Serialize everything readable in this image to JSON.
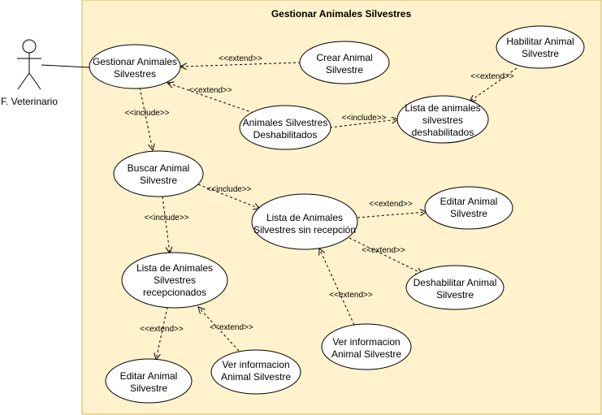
{
  "system": {
    "title": "Gestionar Animales Silvestres",
    "fill": "#FFF2CC",
    "stroke": "#D6B656"
  },
  "actor": {
    "label": "F. Veterinario"
  },
  "use_cases": [
    {
      "id": "gestionar",
      "lines": [
        "Gestionar Animales",
        "Silvestres"
      ]
    },
    {
      "id": "crear",
      "lines": [
        "Crear Animal",
        "Silvestre"
      ]
    },
    {
      "id": "habilitar",
      "lines": [
        "Habilitar Animal",
        "Silvestre"
      ]
    },
    {
      "id": "deshabilitados",
      "lines": [
        "Animales Silvestres",
        "Deshabilitados"
      ]
    },
    {
      "id": "lista-deshabilitados",
      "lines": [
        "Lista de animales",
        "silvestres",
        "deshabilitados"
      ]
    },
    {
      "id": "buscar",
      "lines": [
        "Buscar Animal",
        "Silvestre"
      ]
    },
    {
      "id": "lista-sin-recepcion",
      "lines": [
        "Lista de Animales",
        "Silvestres sin recepción"
      ]
    },
    {
      "id": "editar-1",
      "lines": [
        "Editar Animal",
        "Silvestre"
      ]
    },
    {
      "id": "deshabilitar",
      "lines": [
        "Deshabilitar Animal",
        "Silvestre"
      ]
    },
    {
      "id": "ver-info-1",
      "lines": [
        "Ver informacion",
        "Animal Silvestre"
      ]
    },
    {
      "id": "lista-recepcionados",
      "lines": [
        "Lista de Animales",
        "Silvestres",
        "recepcionados"
      ]
    },
    {
      "id": "editar-2",
      "lines": [
        "Editar Animal",
        "Silvestre"
      ]
    },
    {
      "id": "ver-info-2",
      "lines": [
        "Ver informacion",
        "Animal Silvestre"
      ]
    }
  ],
  "relations": [
    {
      "id": "crear-extend",
      "label": "<<extend>>"
    },
    {
      "id": "deshab-extend",
      "label": "<<extend>>"
    },
    {
      "id": "deshab-include",
      "label": "<<include>>"
    },
    {
      "id": "habilitar-extend",
      "label": "<<extend>>"
    },
    {
      "id": "gestionar-include",
      "label": "<<include>>"
    },
    {
      "id": "buscar-include-sin",
      "label": "<<include>>"
    },
    {
      "id": "buscar-include-rec",
      "label": "<<include>>"
    },
    {
      "id": "editar1-extend",
      "label": "<<extend>>"
    },
    {
      "id": "deshabilitar-extend",
      "label": "<<extend>>"
    },
    {
      "id": "verinfo1-extend",
      "label": "<<extend>>"
    },
    {
      "id": "editar2-extend",
      "label": "<<extend>>"
    },
    {
      "id": "verinfo2-extend",
      "label": "<<extend>>"
    }
  ]
}
